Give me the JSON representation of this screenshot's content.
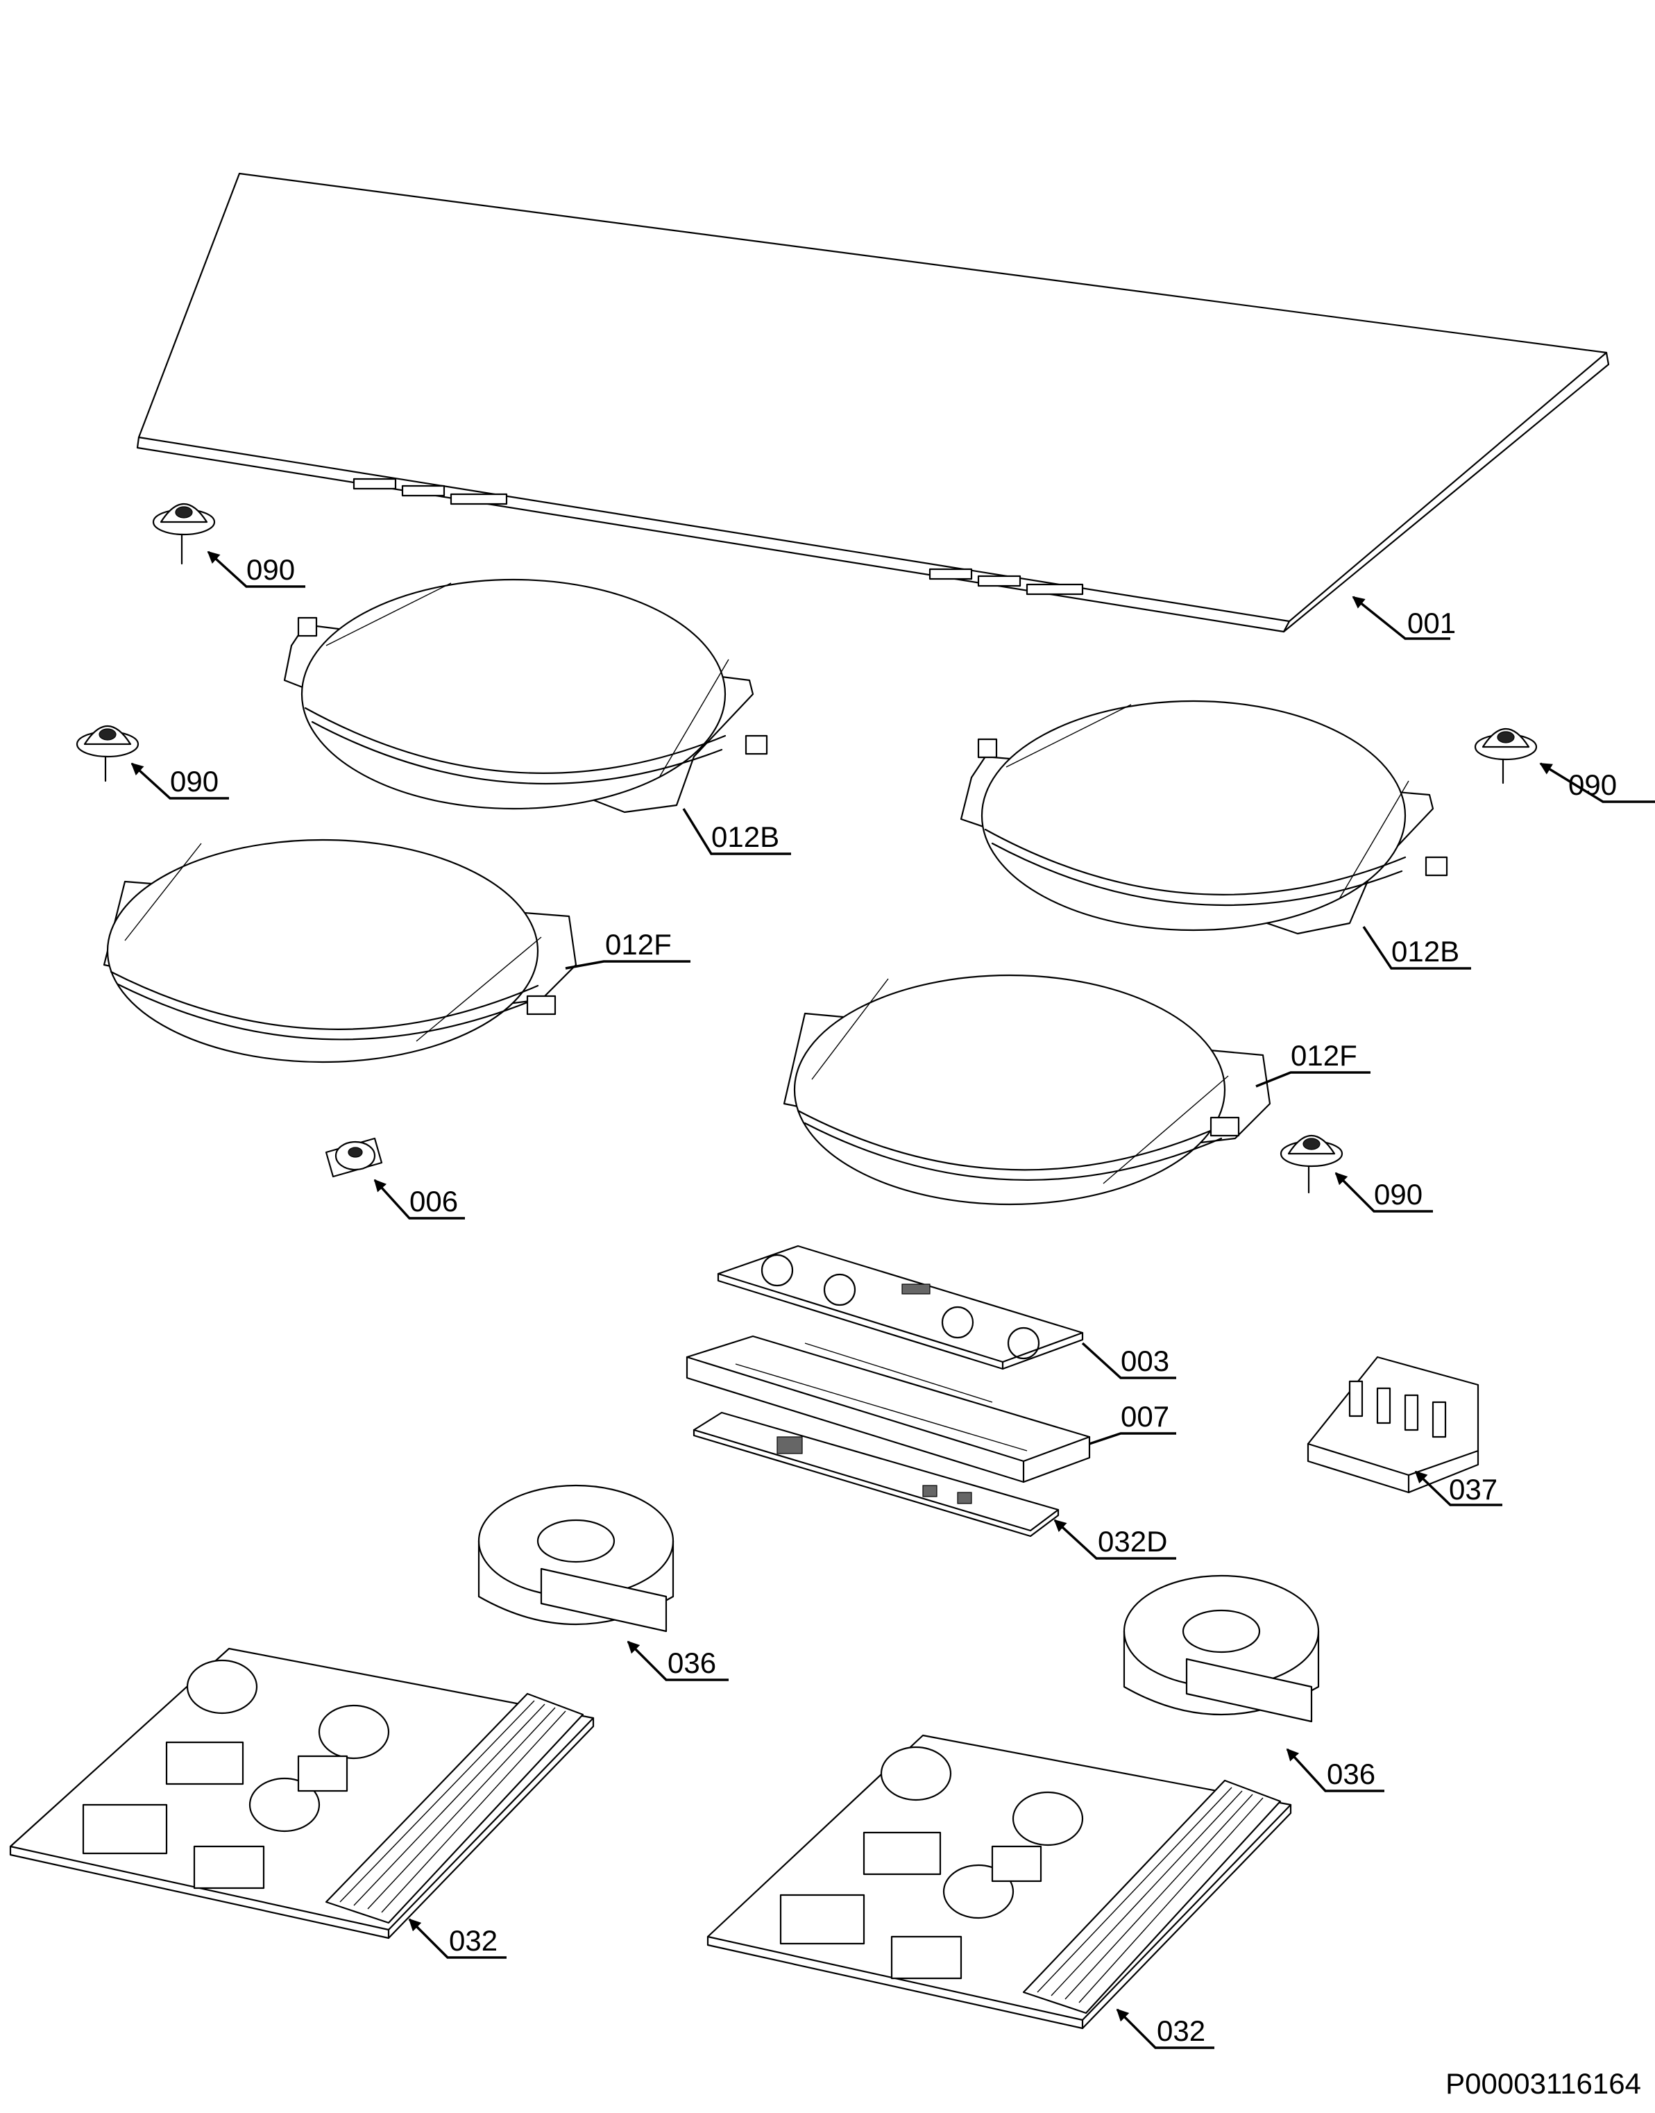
{
  "part_labels": {
    "p001": "001",
    "p090_a": "090",
    "p090_b": "090",
    "p090_c": "090",
    "p090_d": "090",
    "p012B_a": "012B",
    "p012B_b": "012B",
    "p012F_a": "012F",
    "p012F_b": "012F",
    "p006": "006",
    "p003": "003",
    "p007": "007",
    "p032D": "032D",
    "p037": "037",
    "p036_a": "036",
    "p036_b": "036",
    "p032_a": "032",
    "p032_b": "032"
  },
  "document_id": "P00003116164"
}
